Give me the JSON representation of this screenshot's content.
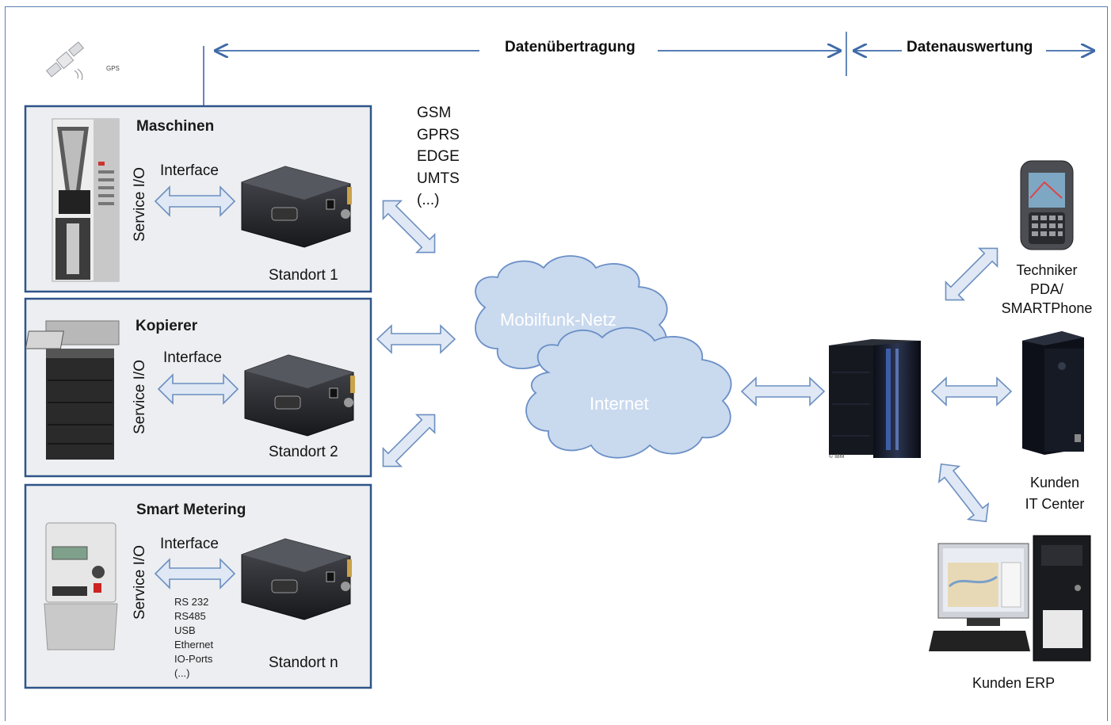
{
  "header": {
    "transfer": "Datenübertragung",
    "evaluation": "Datenauswertung",
    "gps": "GPS"
  },
  "sites": [
    {
      "title": "Maschinen",
      "service": "Service I/O",
      "interface": "Interface",
      "location": "Standort 1"
    },
    {
      "title": "Kopierer",
      "service": "Service I/O",
      "interface": "Interface",
      "location": "Standort 2"
    },
    {
      "title": "Smart Metering",
      "service": "Service I/O",
      "interface": "Interface",
      "location": "Standort n",
      "ports": [
        "RS 232",
        "RS485",
        "USB",
        "Ethernet",
        "IO-Ports",
        "(...)"
      ]
    }
  ],
  "networks": [
    "GSM",
    "GPRS",
    "EDGE",
    "UMTS",
    "(...)"
  ],
  "clouds": {
    "mobile": "Mobilfunk-Netz",
    "internet": "Internet"
  },
  "server": {
    "credit": "© IBM"
  },
  "endpoints": {
    "technician": [
      "Techniker",
      "PDA/",
      "SMARTPhone"
    ],
    "it_center": [
      "Kunden",
      "IT Center"
    ],
    "erp": "Kunden ERP"
  },
  "colors": {
    "border": "#2f5489",
    "box_fill": "#eceef1",
    "arrow_fill": "#dfe8f4",
    "arrow_stroke": "#6c8fc0",
    "cloud_fill": "#c9d9ee",
    "cloud_stroke": "#6a8fc6"
  }
}
